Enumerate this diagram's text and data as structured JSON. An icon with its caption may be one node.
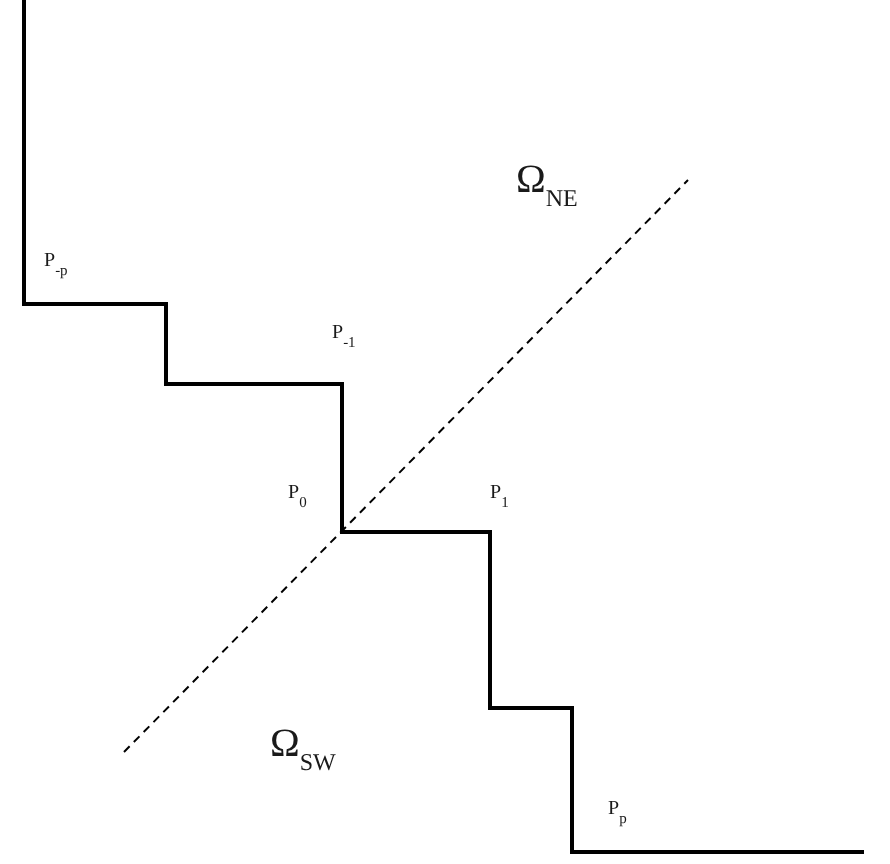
{
  "diagram": {
    "labels": [
      "Ω$_{NE}$",
      "P$_{-p}$",
      "P$_{-1}$",
      "P$_{0}$",
      "P$_{1}$",
      "Ω$_{SW}$",
      "P$_{p}$"
    ]
  }
}
